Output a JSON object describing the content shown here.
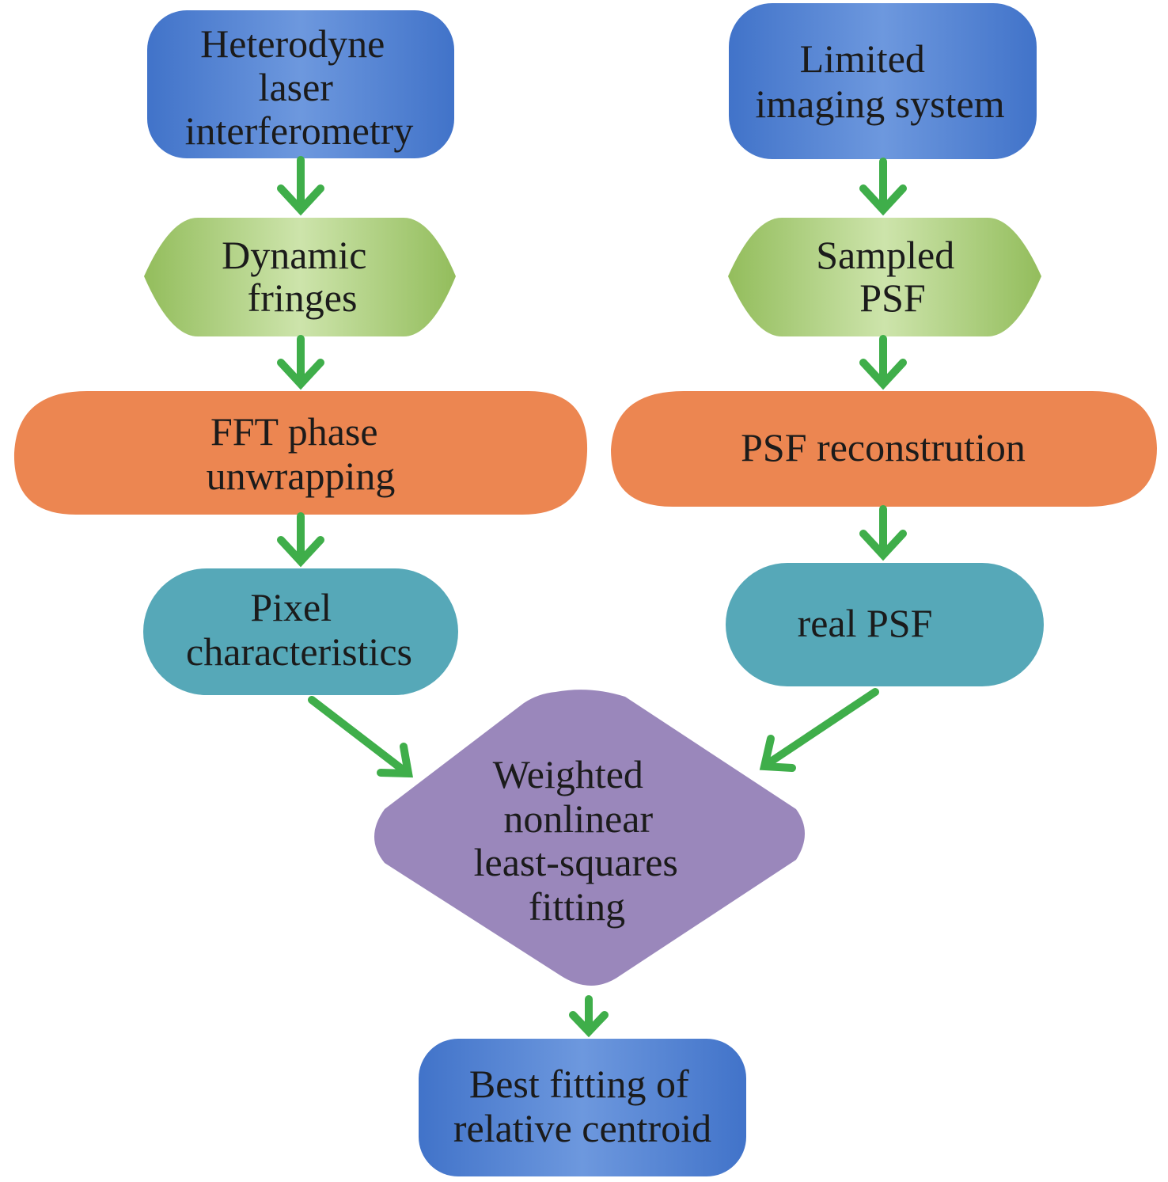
{
  "colors": {
    "blue": "#4a7bcd",
    "blue_light": "#6f9be0",
    "green": "#9fc46a",
    "green_light": "#c8e0a4",
    "orange": "#ec8651",
    "teal": "#56a8b8",
    "purple": "#9a87bb",
    "arrow": "#3fae4a",
    "text": "#1b1b1b"
  },
  "nodes": {
    "heterodyne": [
      "Heterodyne",
      "laser",
      "interferometry"
    ],
    "limited": [
      "Limited",
      "imaging system"
    ],
    "dynamic": [
      "Dynamic",
      "fringes"
    ],
    "sampled": [
      "Sampled",
      "PSF"
    ],
    "fft": [
      "FFT phase",
      "unwrapping"
    ],
    "psf_recon": [
      "PSF reconstrution"
    ],
    "pixel": [
      "Pixel",
      "characteristics"
    ],
    "real_psf": [
      "real PSF"
    ],
    "weighted": [
      "Weighted",
      "nonlinear",
      "least-squares",
      "fitting"
    ],
    "best": [
      "Best fitting of",
      "relative centroid"
    ]
  }
}
